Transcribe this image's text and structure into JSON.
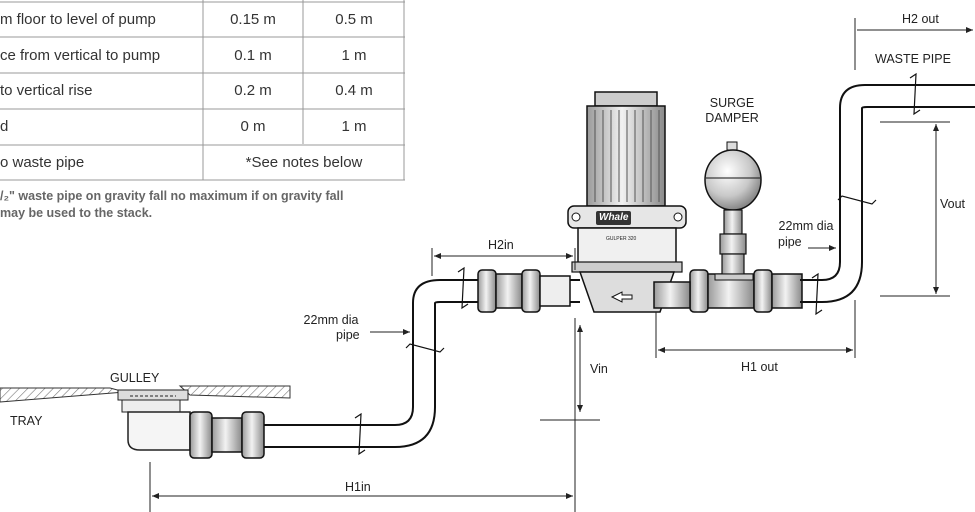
{
  "table": {
    "rows": [
      {
        "label": "m floor to level of pump",
        "min": "0.15 m",
        "max": "0.5 m"
      },
      {
        "label": "ce from vertical to pump",
        "min": "0.1 m",
        "max": "1 m"
      },
      {
        "label": "to vertical rise",
        "min": "0.2 m",
        "max": "0.4 m"
      },
      {
        "label": "d",
        "min": "0 m",
        "max": "1 m"
      },
      {
        "label": "o waste pipe",
        "note": "*See notes below"
      }
    ]
  },
  "notes": {
    "line1": "/₂\"  waste pipe on gravity fall no maximum if on gravity fall",
    "line2": "may be used to the stack."
  },
  "labels": {
    "h2_out": "H2 out",
    "waste_pipe": "WASTE PIPE",
    "surge_damper_1": "SURGE",
    "surge_damper_2": "DAMPER",
    "vout": "Vout",
    "pipe_dia_right_1": "22mm dia",
    "pipe_dia_right_2": "pipe",
    "h2_in": "H2in",
    "pipe_dia_left_1": "22mm dia",
    "pipe_dia_left_2": "pipe",
    "vin": "Vin",
    "h1_out": "H1 out",
    "gulley": "GULLEY",
    "tray": "TRAY",
    "h1_in": "H1in",
    "pump_brand": "Whale",
    "pump_model": "GULPER 320"
  }
}
